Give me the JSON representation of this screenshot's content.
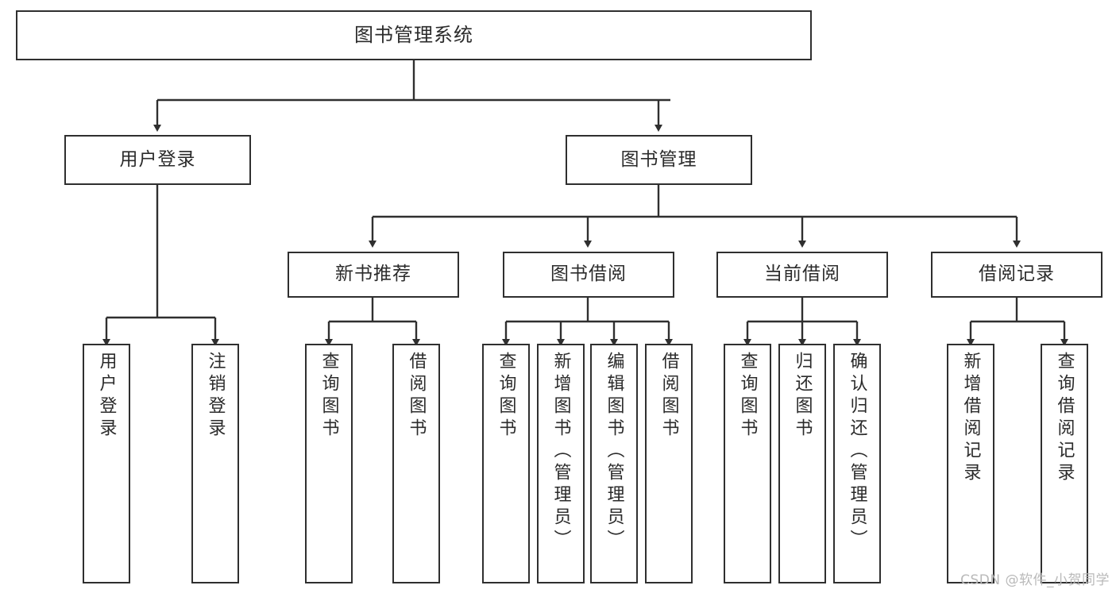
{
  "diagram": {
    "title": "图书管理系统",
    "type": "tree",
    "watermark": "CSDN @软件_小贺同学",
    "colors": {
      "box_border": "#2f2f2f",
      "box_fill": "#ffffff",
      "edge": "#2f2f2f",
      "text": "#2b2b2b",
      "watermark": "#b9b9b9",
      "background": "#ffffff"
    },
    "nodes": {
      "root": {
        "label": "图书管理系统",
        "orientation": "horizontal"
      },
      "level2": [
        {
          "label": "用户登录",
          "orientation": "horizontal"
        },
        {
          "label": "图书管理",
          "orientation": "horizontal"
        }
      ],
      "level3": [
        {
          "label": "新书推荐",
          "orientation": "horizontal"
        },
        {
          "label": "图书借阅",
          "orientation": "horizontal"
        },
        {
          "label": "当前借阅",
          "orientation": "horizontal"
        },
        {
          "label": "借阅记录",
          "orientation": "horizontal"
        }
      ],
      "leaves": {
        "user_login": [
          {
            "label": "用户登录",
            "orientation": "vertical"
          },
          {
            "label": "注销登录",
            "orientation": "vertical"
          }
        ],
        "new_book_recommend": [
          {
            "label": "查询图书",
            "orientation": "vertical"
          },
          {
            "label": "借阅图书",
            "orientation": "vertical"
          }
        ],
        "book_borrow": [
          {
            "label": "查询图书",
            "orientation": "vertical"
          },
          {
            "label": "新增图书（管理员）",
            "orientation": "vertical"
          },
          {
            "label": "编辑图书（管理员）",
            "orientation": "vertical"
          },
          {
            "label": "借阅图书",
            "orientation": "vertical"
          }
        ],
        "current_borrow": [
          {
            "label": "查询图书",
            "orientation": "vertical"
          },
          {
            "label": "归还图书",
            "orientation": "vertical"
          },
          {
            "label": "确认归还（管理员）",
            "orientation": "vertical"
          }
        ],
        "borrow_record": [
          {
            "label": "新增借阅记录",
            "orientation": "vertical"
          },
          {
            "label": "查询借阅记录",
            "orientation": "vertical"
          }
        ]
      }
    },
    "edges": [
      {
        "from": "图书管理系统",
        "to": "用户登录"
      },
      {
        "from": "图书管理系统",
        "to": "图书管理"
      },
      {
        "from": "图书管理",
        "to": "新书推荐"
      },
      {
        "from": "图书管理",
        "to": "图书借阅"
      },
      {
        "from": "图书管理",
        "to": "当前借阅"
      },
      {
        "from": "图书管理",
        "to": "借阅记录"
      },
      {
        "from": "用户登录",
        "to": "用户登录"
      },
      {
        "from": "用户登录",
        "to": "注销登录"
      },
      {
        "from": "新书推荐",
        "to": "查询图书"
      },
      {
        "from": "新书推荐",
        "to": "借阅图书"
      },
      {
        "from": "图书借阅",
        "to": "查询图书"
      },
      {
        "from": "图书借阅",
        "to": "新增图书（管理员）"
      },
      {
        "from": "图书借阅",
        "to": "编辑图书（管理员）"
      },
      {
        "from": "图书借阅",
        "to": "借阅图书"
      },
      {
        "from": "当前借阅",
        "to": "查询图书"
      },
      {
        "from": "当前借阅",
        "to": "归还图书"
      },
      {
        "from": "当前借阅",
        "to": "确认归还（管理员）"
      },
      {
        "from": "借阅记录",
        "to": "新增借阅记录"
      },
      {
        "from": "借阅记录",
        "to": "查询借阅记录"
      }
    ]
  }
}
